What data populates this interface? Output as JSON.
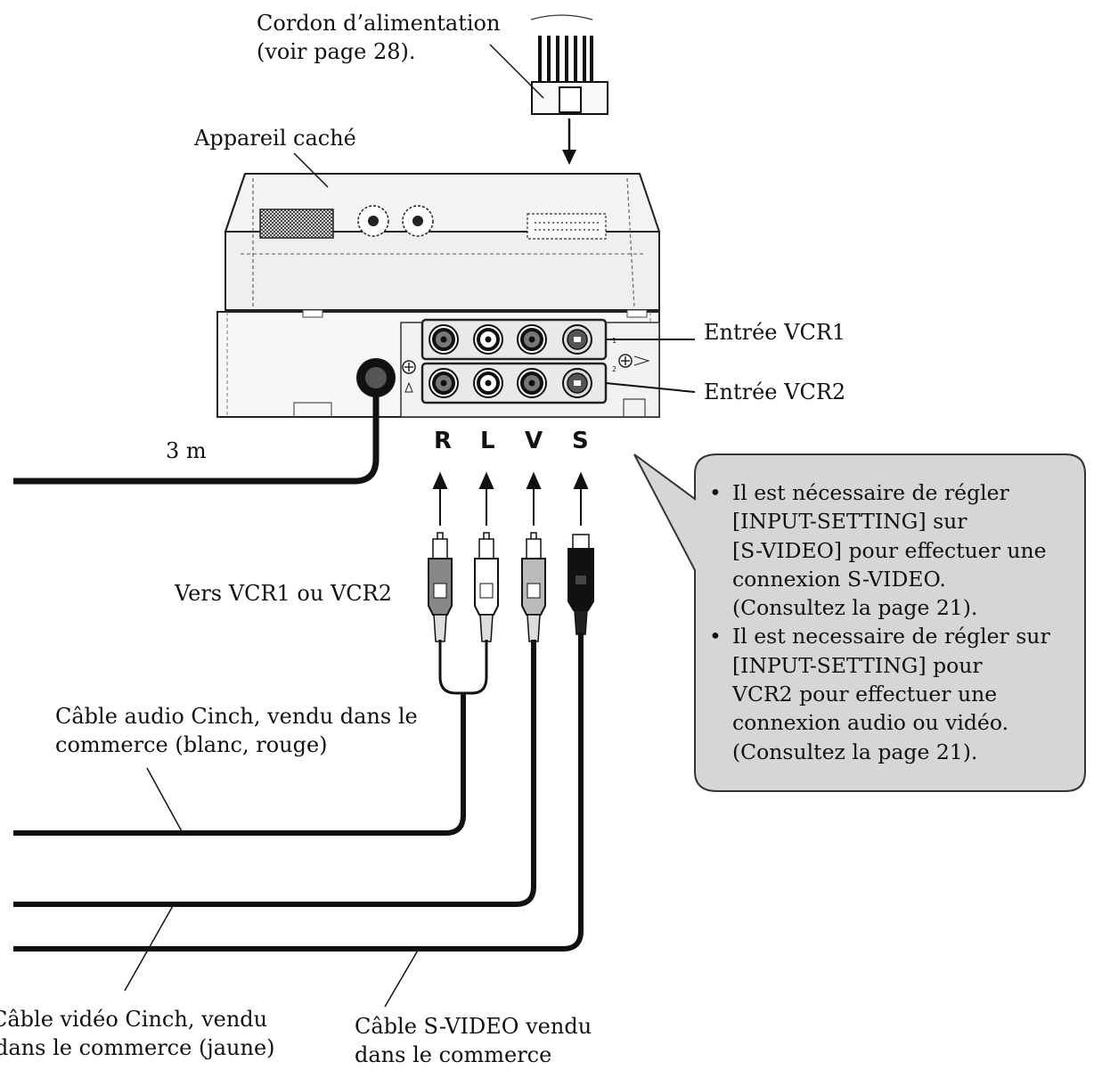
{
  "labels": {
    "power_cord": [
      "Cordon d’alimentation",
      "(voir page 28)."
    ],
    "hidden_unit": "Appareil caché",
    "vcr1_input": "Entrée VCR1",
    "vcr2_input": "Entrée VCR2",
    "cable_length": "3 m",
    "to_vcr": "Vers VCR1 ou VCR2",
    "audio_cable": [
      "Câble audio Cinch, vendu dans le",
      "commerce (blanc, rouge)"
    ],
    "video_cable": [
      "Câble vidéo Cinch, vendu",
      "dans le commerce (jaune)"
    ],
    "svideo_cable": [
      "Câble S-VIDEO vendu",
      "dans le commerce"
    ]
  },
  "connector_letters": [
    "R",
    "L",
    "V",
    "S"
  ],
  "callout": {
    "notes": [
      {
        "bullet": "•",
        "lines": [
          "Il est nécessaire de régler",
          "[INPUT-SETTING] sur",
          "[S-VIDEO] pour effectuer une",
          "connexion S-VIDEO.",
          "(Consultez la page 21)."
        ]
      },
      {
        "bullet": "•",
        "lines": [
          "Il est necessaire de régler sur",
          "[INPUT-SETTING] pour",
          "VCR2 pour effectuer une",
          "connexion audio ou vidéo.",
          "(Consultez la page 21)."
        ]
      }
    ]
  },
  "colors": {
    "callout_fill": "#d6d6d6",
    "device_fill": "#f2f2f2",
    "cable": "#111111"
  }
}
